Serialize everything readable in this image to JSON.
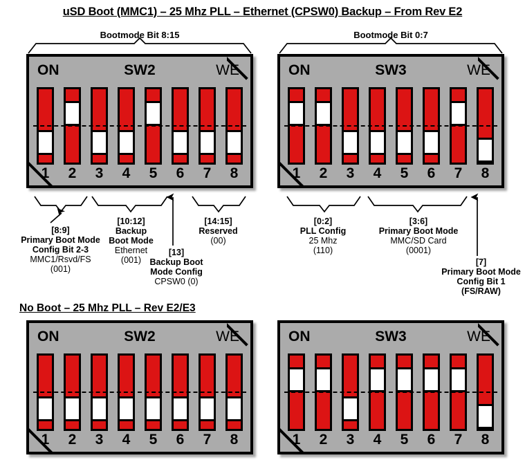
{
  "sections": [
    {
      "title": "uSD Boot (MMC1) – 25 Mhz PLL – Ethernet (CPSW0) Backup – From Rev E2",
      "blocks": [
        {
          "name": "SW2",
          "on_label": "ON",
          "we_label": "WE",
          "top_caption": "Bootmode Bit 8:15",
          "numbers": [
            "1",
            "2",
            "3",
            "4",
            "5",
            "6",
            "7",
            "8"
          ],
          "switch_states": [
            "off",
            "on",
            "off",
            "off",
            "on",
            "off",
            "off",
            "off"
          ]
        },
        {
          "name": "SW3",
          "on_label": "ON",
          "we_label": "WE",
          "top_caption": "Bootmode Bit 0:7",
          "numbers": [
            "1",
            "2",
            "3",
            "4",
            "5",
            "6",
            "7",
            "8"
          ],
          "switch_states": [
            "on",
            "on",
            "off",
            "off",
            "off",
            "off",
            "on",
            "off-low"
          ]
        }
      ]
    },
    {
      "title": "No Boot – 25 Mhz PLL – Rev E2/E3",
      "blocks": [
        {
          "name": "SW2",
          "on_label": "ON",
          "we_label": "WE",
          "top_caption": "",
          "numbers": [
            "1",
            "2",
            "3",
            "4",
            "5",
            "6",
            "7",
            "8"
          ],
          "switch_states": [
            "off",
            "off",
            "off",
            "off",
            "off",
            "off",
            "off",
            "off"
          ]
        },
        {
          "name": "SW3",
          "on_label": "ON",
          "we_label": "WE",
          "top_caption": "",
          "numbers": [
            "1",
            "2",
            "3",
            "4",
            "5",
            "6",
            "7",
            "8"
          ],
          "switch_states": [
            "on",
            "on",
            "off",
            "on",
            "on",
            "on",
            "on",
            "off-low"
          ]
        }
      ]
    }
  ],
  "annotations": [
    {
      "id": "a1",
      "bits": "[8:9]",
      "line1": "Primary Boot Mode",
      "line2": "Config Bit 2-3",
      "line3": "MMC1/Rsvd/FS",
      "line4": "(001)",
      "marker": "brace-arrow",
      "covers": "SW2 switches 1-2"
    },
    {
      "id": "a2",
      "bits": "[10:12]",
      "line1": "Backup",
      "line2": "Boot Mode",
      "line3": "Ethernet",
      "line4": "(001)",
      "marker": "brace",
      "covers": "SW2 switches 3-5"
    },
    {
      "id": "a3",
      "bits": "[13]",
      "line1": "Backup Boot",
      "line2": "Mode Config",
      "line3": "CPSW0 (0)",
      "line4": "",
      "marker": "arrow",
      "covers": "SW2 switch 6"
    },
    {
      "id": "a4",
      "bits": "[14:15]",
      "line1": "Reserved",
      "line2": "(00)",
      "line3": "",
      "line4": "",
      "marker": "brace",
      "covers": "SW2 switches 7-8"
    },
    {
      "id": "a5",
      "bits": "[0:2]",
      "line1": "PLL Config",
      "line2": "25 Mhz",
      "line3": "(110)",
      "line4": "",
      "marker": "brace",
      "covers": "SW3 switches 1-3"
    },
    {
      "id": "a6",
      "bits": "[3:6]",
      "line1": "Primary Boot Mode",
      "line2": "MMC/SD Card",
      "line3": "(0001)",
      "line4": "",
      "marker": "brace",
      "covers": "SW3 switches 4-7"
    },
    {
      "id": "a7",
      "bits": "[7]",
      "line1": "Primary Boot Mode",
      "line2": "Config Bit 1",
      "line3": "(FS/RAW)",
      "line4": "",
      "marker": "arrow",
      "covers": "SW3 switch 8"
    }
  ],
  "colors": {
    "switch_red": "#dc1414",
    "body_gray": "#ababab",
    "slider_white": "#ffffff",
    "outline_black": "#000000",
    "background": "#ffffff"
  }
}
